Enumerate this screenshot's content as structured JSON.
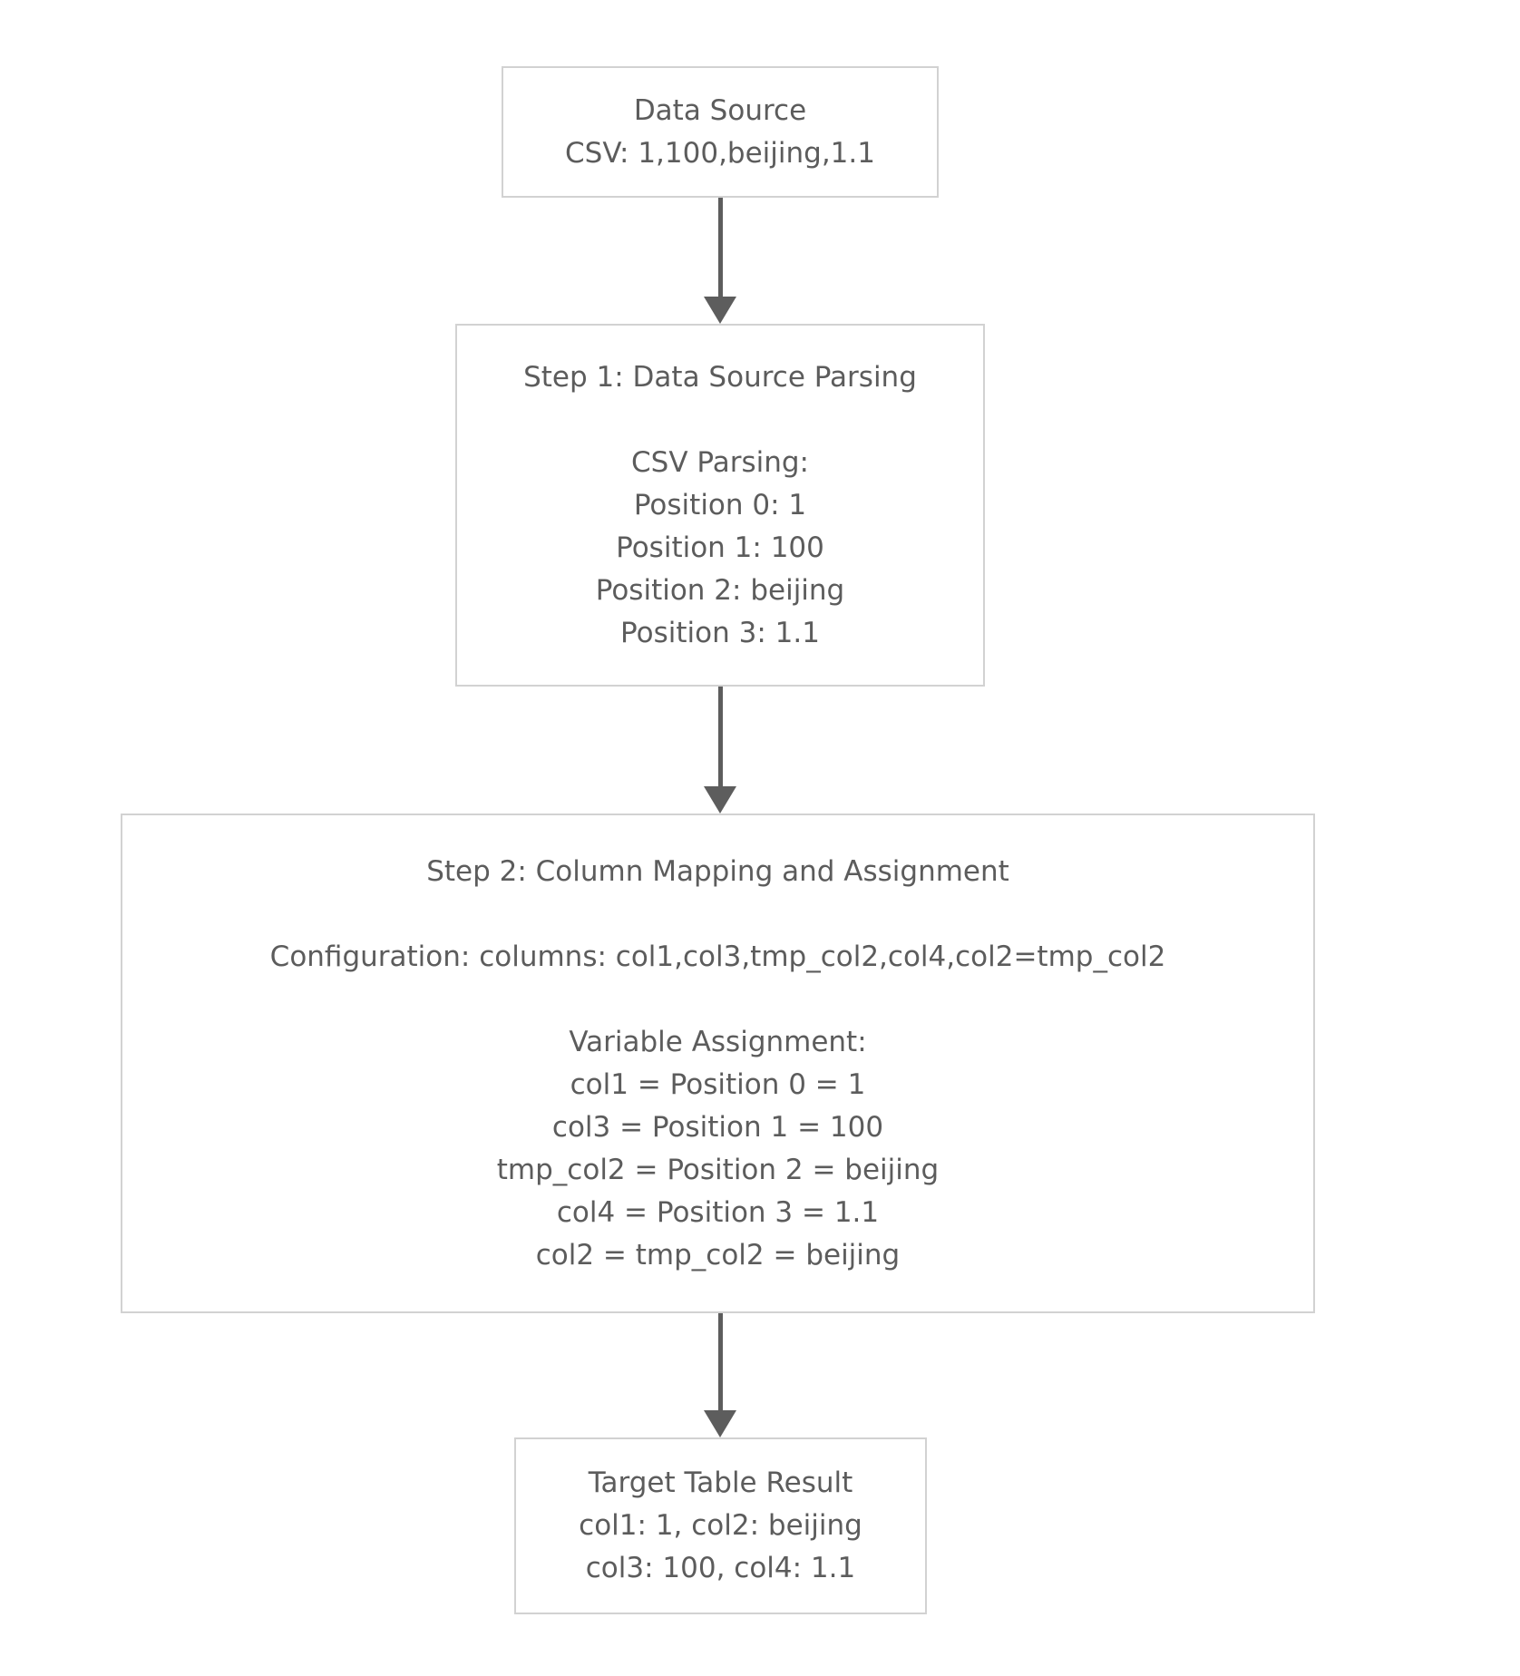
{
  "colors": {
    "background": "#ffffff",
    "box_border": "#d2d2d2",
    "text": "#5c5c5c",
    "arrow": "#5d5d5d"
  },
  "diagram": {
    "type": "flowchart-top-down",
    "nodes": [
      {
        "id": "data-source",
        "lines": [
          "Data Source",
          "CSV: 1,100,beijing,1.1"
        ]
      },
      {
        "id": "step1-parsing",
        "lines": [
          "Step 1: Data Source Parsing",
          "",
          "CSV Parsing:",
          "Position 0: 1",
          "Position 1: 100",
          "Position 2: beijing",
          "Position 3: 1.1"
        ]
      },
      {
        "id": "step2-mapping",
        "lines": [
          "Step 2: Column Mapping and Assignment",
          "",
          "Configuration: columns: col1,col3,tmp_col2,col4,col2=tmp_col2",
          "",
          "Variable Assignment:",
          "col1 = Position 0 = 1",
          "col3 = Position 1 = 100",
          "tmp_col2 = Position 2 = beijing",
          "col4 = Position 3 = 1.1",
          "col2 = tmp_col2 = beijing"
        ]
      },
      {
        "id": "target-table-result",
        "lines": [
          "Target Table Result",
          "col1: 1, col2: beijing",
          "col3: 100, col4: 1.1"
        ]
      }
    ],
    "edges": [
      {
        "from": "data-source",
        "to": "step1-parsing"
      },
      {
        "from": "step1-parsing",
        "to": "step2-mapping"
      },
      {
        "from": "step2-mapping",
        "to": "target-table-result"
      }
    ]
  }
}
